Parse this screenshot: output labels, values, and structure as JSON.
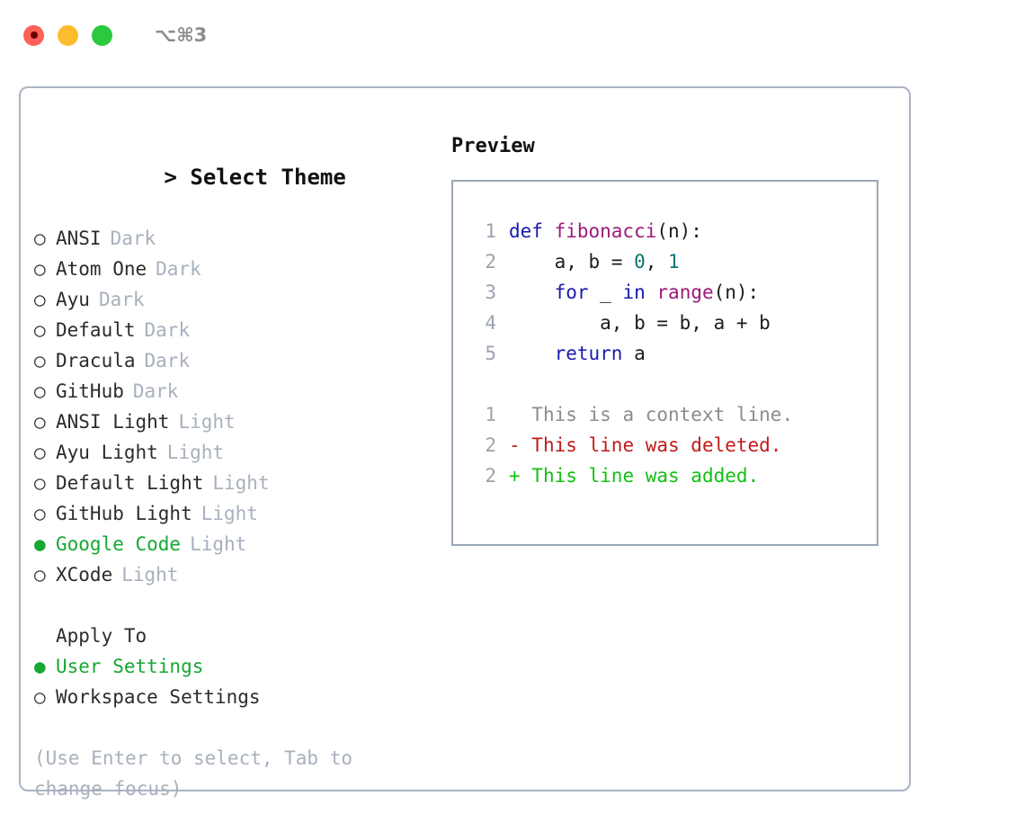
{
  "titlebar": {
    "shortcut": "⌥⌘3",
    "buttons": [
      {
        "name": "close",
        "color": "#fc6058"
      },
      {
        "name": "minimize",
        "color": "#fdbc2e"
      },
      {
        "name": "maximize",
        "color": "#2bc840"
      }
    ]
  },
  "colors": {
    "accent_green": "#16a832",
    "muted": "#a8b0bd",
    "text": "#2c2c2c",
    "border": "#aab4c2",
    "preview_border": "#9aa6b5",
    "keyword": "#1a1ab0",
    "function": "#9c1a7a",
    "number": "#0b7373",
    "diff_context": "#8c8c8c",
    "diff_deleted": "#c21a1a",
    "diff_added": "#12c112"
  },
  "theme_panel": {
    "prompt": "> ",
    "title": "Select Theme",
    "bullet_unselected": "○",
    "bullet_selected": "●",
    "items": [
      {
        "label": "ANSI",
        "tag": "Dark",
        "selected": false
      },
      {
        "label": "Atom One",
        "tag": "Dark",
        "selected": false
      },
      {
        "label": "Ayu",
        "tag": "Dark",
        "selected": false
      },
      {
        "label": "Default",
        "tag": "Dark",
        "selected": false
      },
      {
        "label": "Dracula",
        "tag": "Dark",
        "selected": false
      },
      {
        "label": "GitHub",
        "tag": "Dark",
        "selected": false
      },
      {
        "label": "ANSI Light",
        "tag": "Light",
        "selected": false
      },
      {
        "label": "Ayu Light",
        "tag": "Light",
        "selected": false
      },
      {
        "label": "Default Light",
        "tag": "Light",
        "selected": false
      },
      {
        "label": "GitHub Light",
        "tag": "Light",
        "selected": false
      },
      {
        "label": "Google Code",
        "tag": "Light",
        "selected": true
      },
      {
        "label": "XCode",
        "tag": "Light",
        "selected": false
      }
    ]
  },
  "apply_to": {
    "title": "Apply To",
    "items": [
      {
        "label": "User Settings",
        "selected": true
      },
      {
        "label": "Workspace Settings",
        "selected": false
      }
    ]
  },
  "hint": "(Use Enter to select, Tab to change focus)",
  "preview": {
    "title": "Preview",
    "code_lines": [
      {
        "num": "1",
        "tokens": [
          {
            "t": "def ",
            "c": "kw"
          },
          {
            "t": "fibonacci",
            "c": "fn"
          },
          {
            "t": "(n):",
            "c": "plain"
          }
        ]
      },
      {
        "num": "2",
        "tokens": [
          {
            "t": "    a, b = ",
            "c": "plain"
          },
          {
            "t": "0",
            "c": "num"
          },
          {
            "t": ", ",
            "c": "plain"
          },
          {
            "t": "1",
            "c": "num"
          }
        ]
      },
      {
        "num": "3",
        "tokens": [
          {
            "t": "    ",
            "c": "plain"
          },
          {
            "t": "for",
            "c": "kw"
          },
          {
            "t": " _ ",
            "c": "plain"
          },
          {
            "t": "in",
            "c": "kw"
          },
          {
            "t": " ",
            "c": "plain"
          },
          {
            "t": "range",
            "c": "fn"
          },
          {
            "t": "(n):",
            "c": "plain"
          }
        ]
      },
      {
        "num": "4",
        "tokens": [
          {
            "t": "        a, b = b, a + b",
            "c": "plain"
          }
        ]
      },
      {
        "num": "5",
        "tokens": [
          {
            "t": "    ",
            "c": "plain"
          },
          {
            "t": "return",
            "c": "kw"
          },
          {
            "t": " a",
            "c": "plain"
          }
        ]
      }
    ],
    "diff_lines": [
      {
        "num": "1",
        "marker": " ",
        "text": " This is a context line.",
        "kind": "ctx"
      },
      {
        "num": "2",
        "marker": "-",
        "text": " This line was deleted.",
        "kind": "del"
      },
      {
        "num": "2",
        "marker": "+",
        "text": " This line was added.",
        "kind": "add"
      }
    ]
  }
}
